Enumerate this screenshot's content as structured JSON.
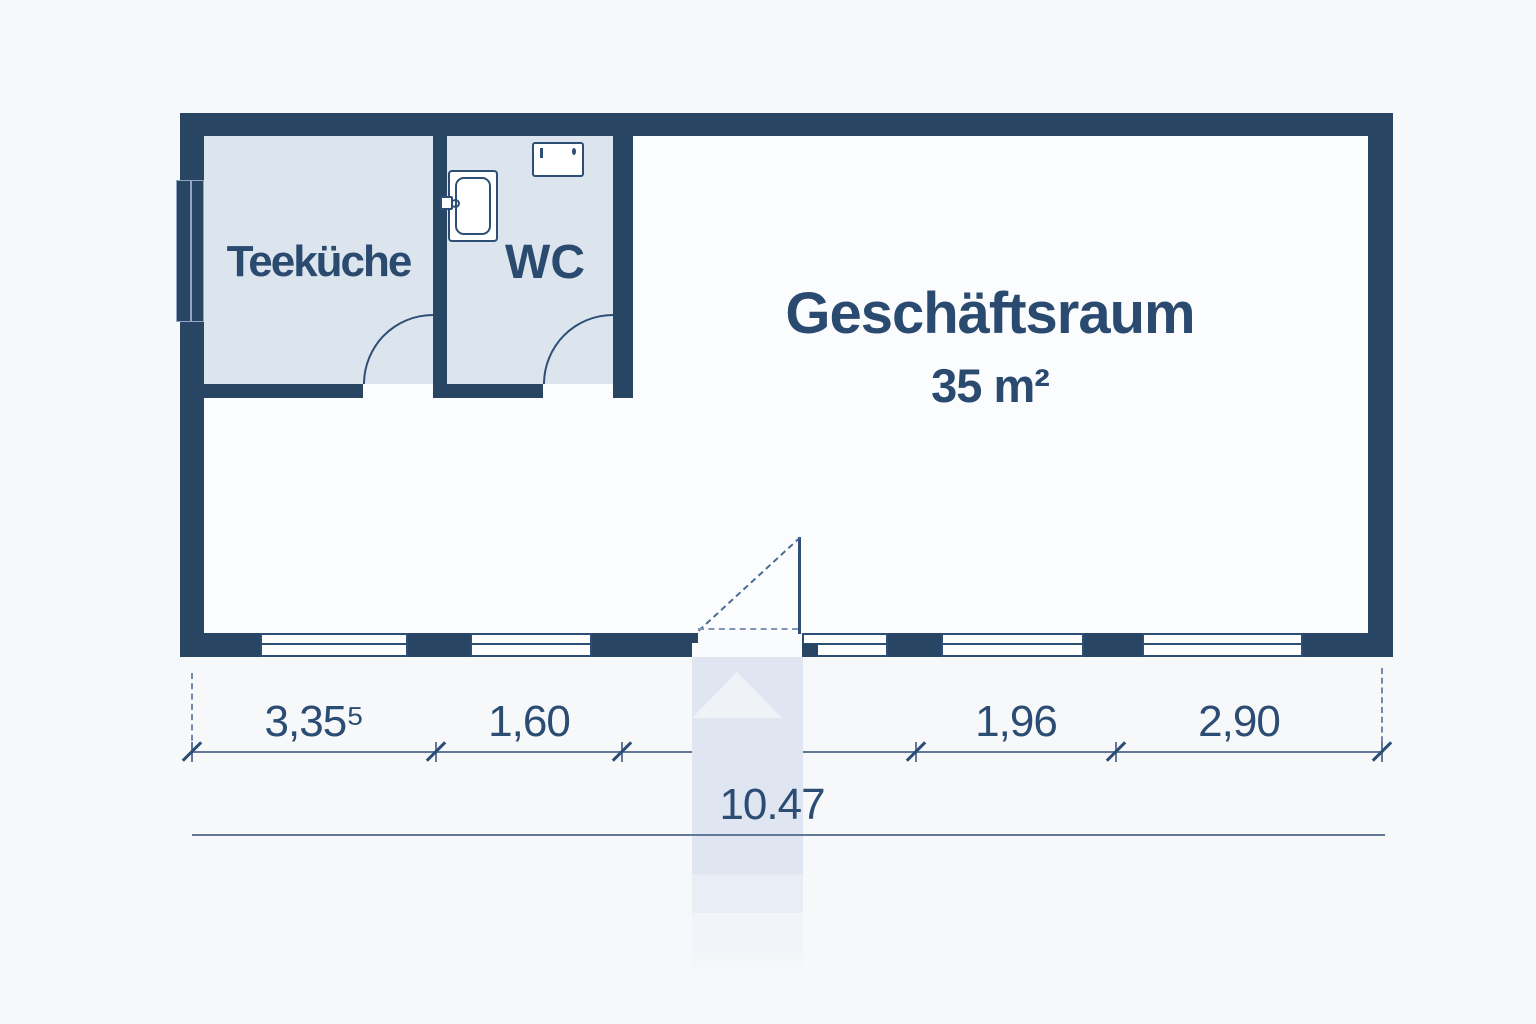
{
  "floorplan": {
    "title": "Geschäftsraum floor plan",
    "rooms": [
      {
        "id": "teekueche",
        "label": "Teeküche"
      },
      {
        "id": "wc",
        "label": "WC"
      },
      {
        "id": "geschaeftsraum",
        "label": "Geschäftsraum",
        "area": "35 m²"
      }
    ],
    "symbols": [
      "entrance-arrow",
      "door-swing-arc",
      "wc-sink",
      "wc-cistern",
      "window"
    ],
    "dimension_line": {
      "segments": [
        {
          "label": "3,35⁵"
        },
        {
          "label": "1,60"
        },
        {
          "label": "1,96"
        },
        {
          "label": "2,90"
        }
      ],
      "total": "10.47"
    },
    "colors": {
      "wall": "#284564",
      "room_fill": "#dce4ee",
      "floor": "#fbfcfd",
      "background": "#f7f8f9",
      "text": "#2b4a6f",
      "dimension": "#64799a",
      "entrance_band": "#dfe6f1"
    }
  }
}
